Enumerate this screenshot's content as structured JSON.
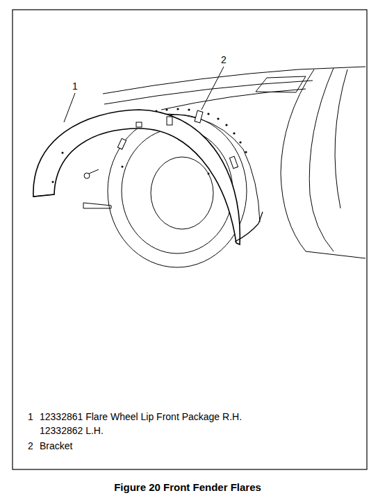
{
  "diagram": {
    "caption": "Figure 20 Front Fender Flares",
    "labels": [
      "1",
      "2",
      "1",
      "12332861 Flare Wheel Lip Front Package R.H.",
      "12332862 L.H.",
      "2",
      "Bracket"
    ]
  }
}
